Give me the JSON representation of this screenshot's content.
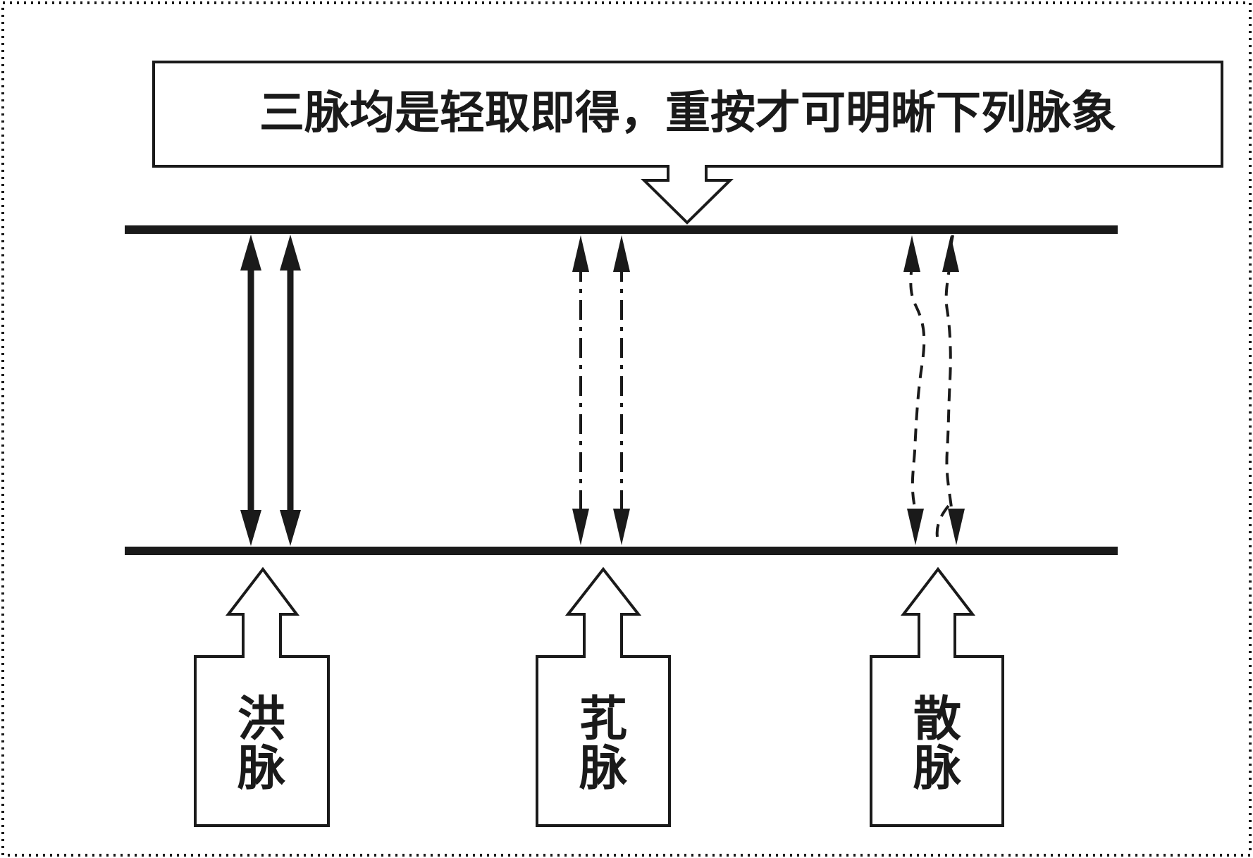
{
  "title": "三脉均是轻取即得，重按才可明晰下列脉象",
  "pulses": [
    {
      "char1": "洪",
      "char2": "脉",
      "line_style": "solid"
    },
    {
      "char1": "芤",
      "char2": "脉",
      "line_style": "dash-dot"
    },
    {
      "char1": "散",
      "char2": "脉",
      "line_style": "dashed"
    }
  ]
}
